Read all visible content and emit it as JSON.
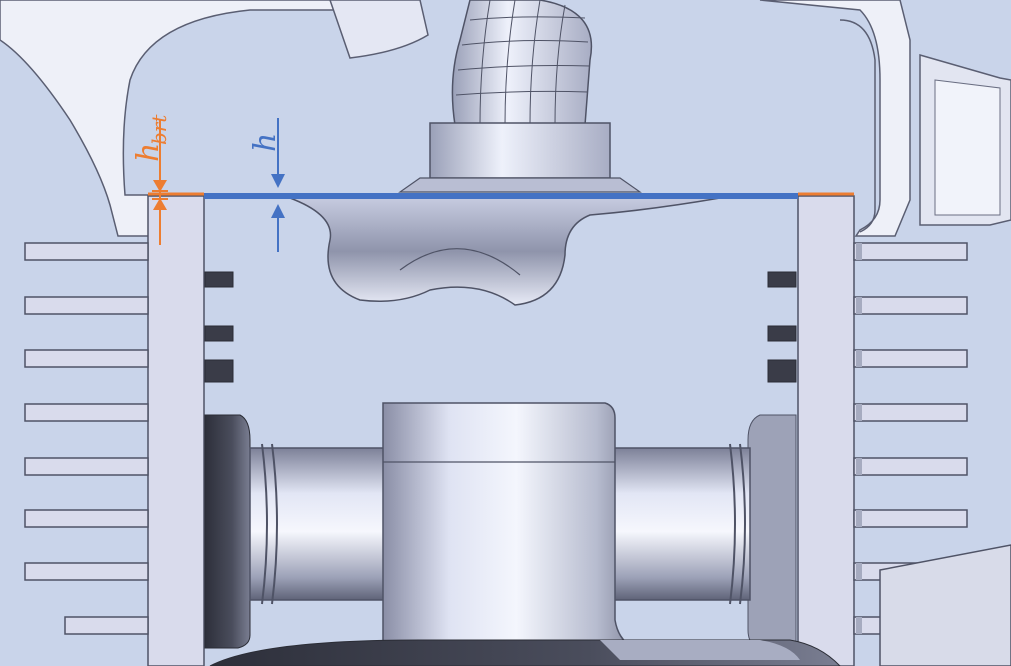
{
  "labels": {
    "h_main": "h",
    "h_sub": "brt",
    "h_gap": "h"
  },
  "colors": {
    "bore_gap_color": "#ED7D31",
    "squish_gap_color": "#4472C4",
    "background": "#C9D4EA",
    "cylinder_wall": "#D9DBEC"
  }
}
